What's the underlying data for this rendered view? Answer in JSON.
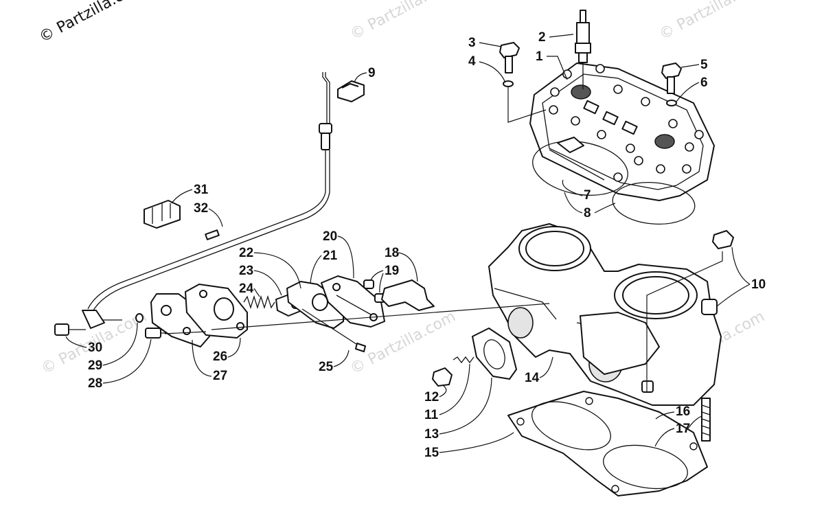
{
  "copyright": "© Partzilla.com",
  "watermark": "© Partzilla.com",
  "callouts": [
    "1",
    "2",
    "3",
    "4",
    "5",
    "6",
    "7",
    "8",
    "9",
    "10",
    "11",
    "12",
    "13",
    "14",
    "15",
    "16",
    "17",
    "18",
    "19",
    "20",
    "21",
    "22",
    "23",
    "24",
    "25",
    "26",
    "27",
    "28",
    "29",
    "30",
    "31",
    "32"
  ]
}
